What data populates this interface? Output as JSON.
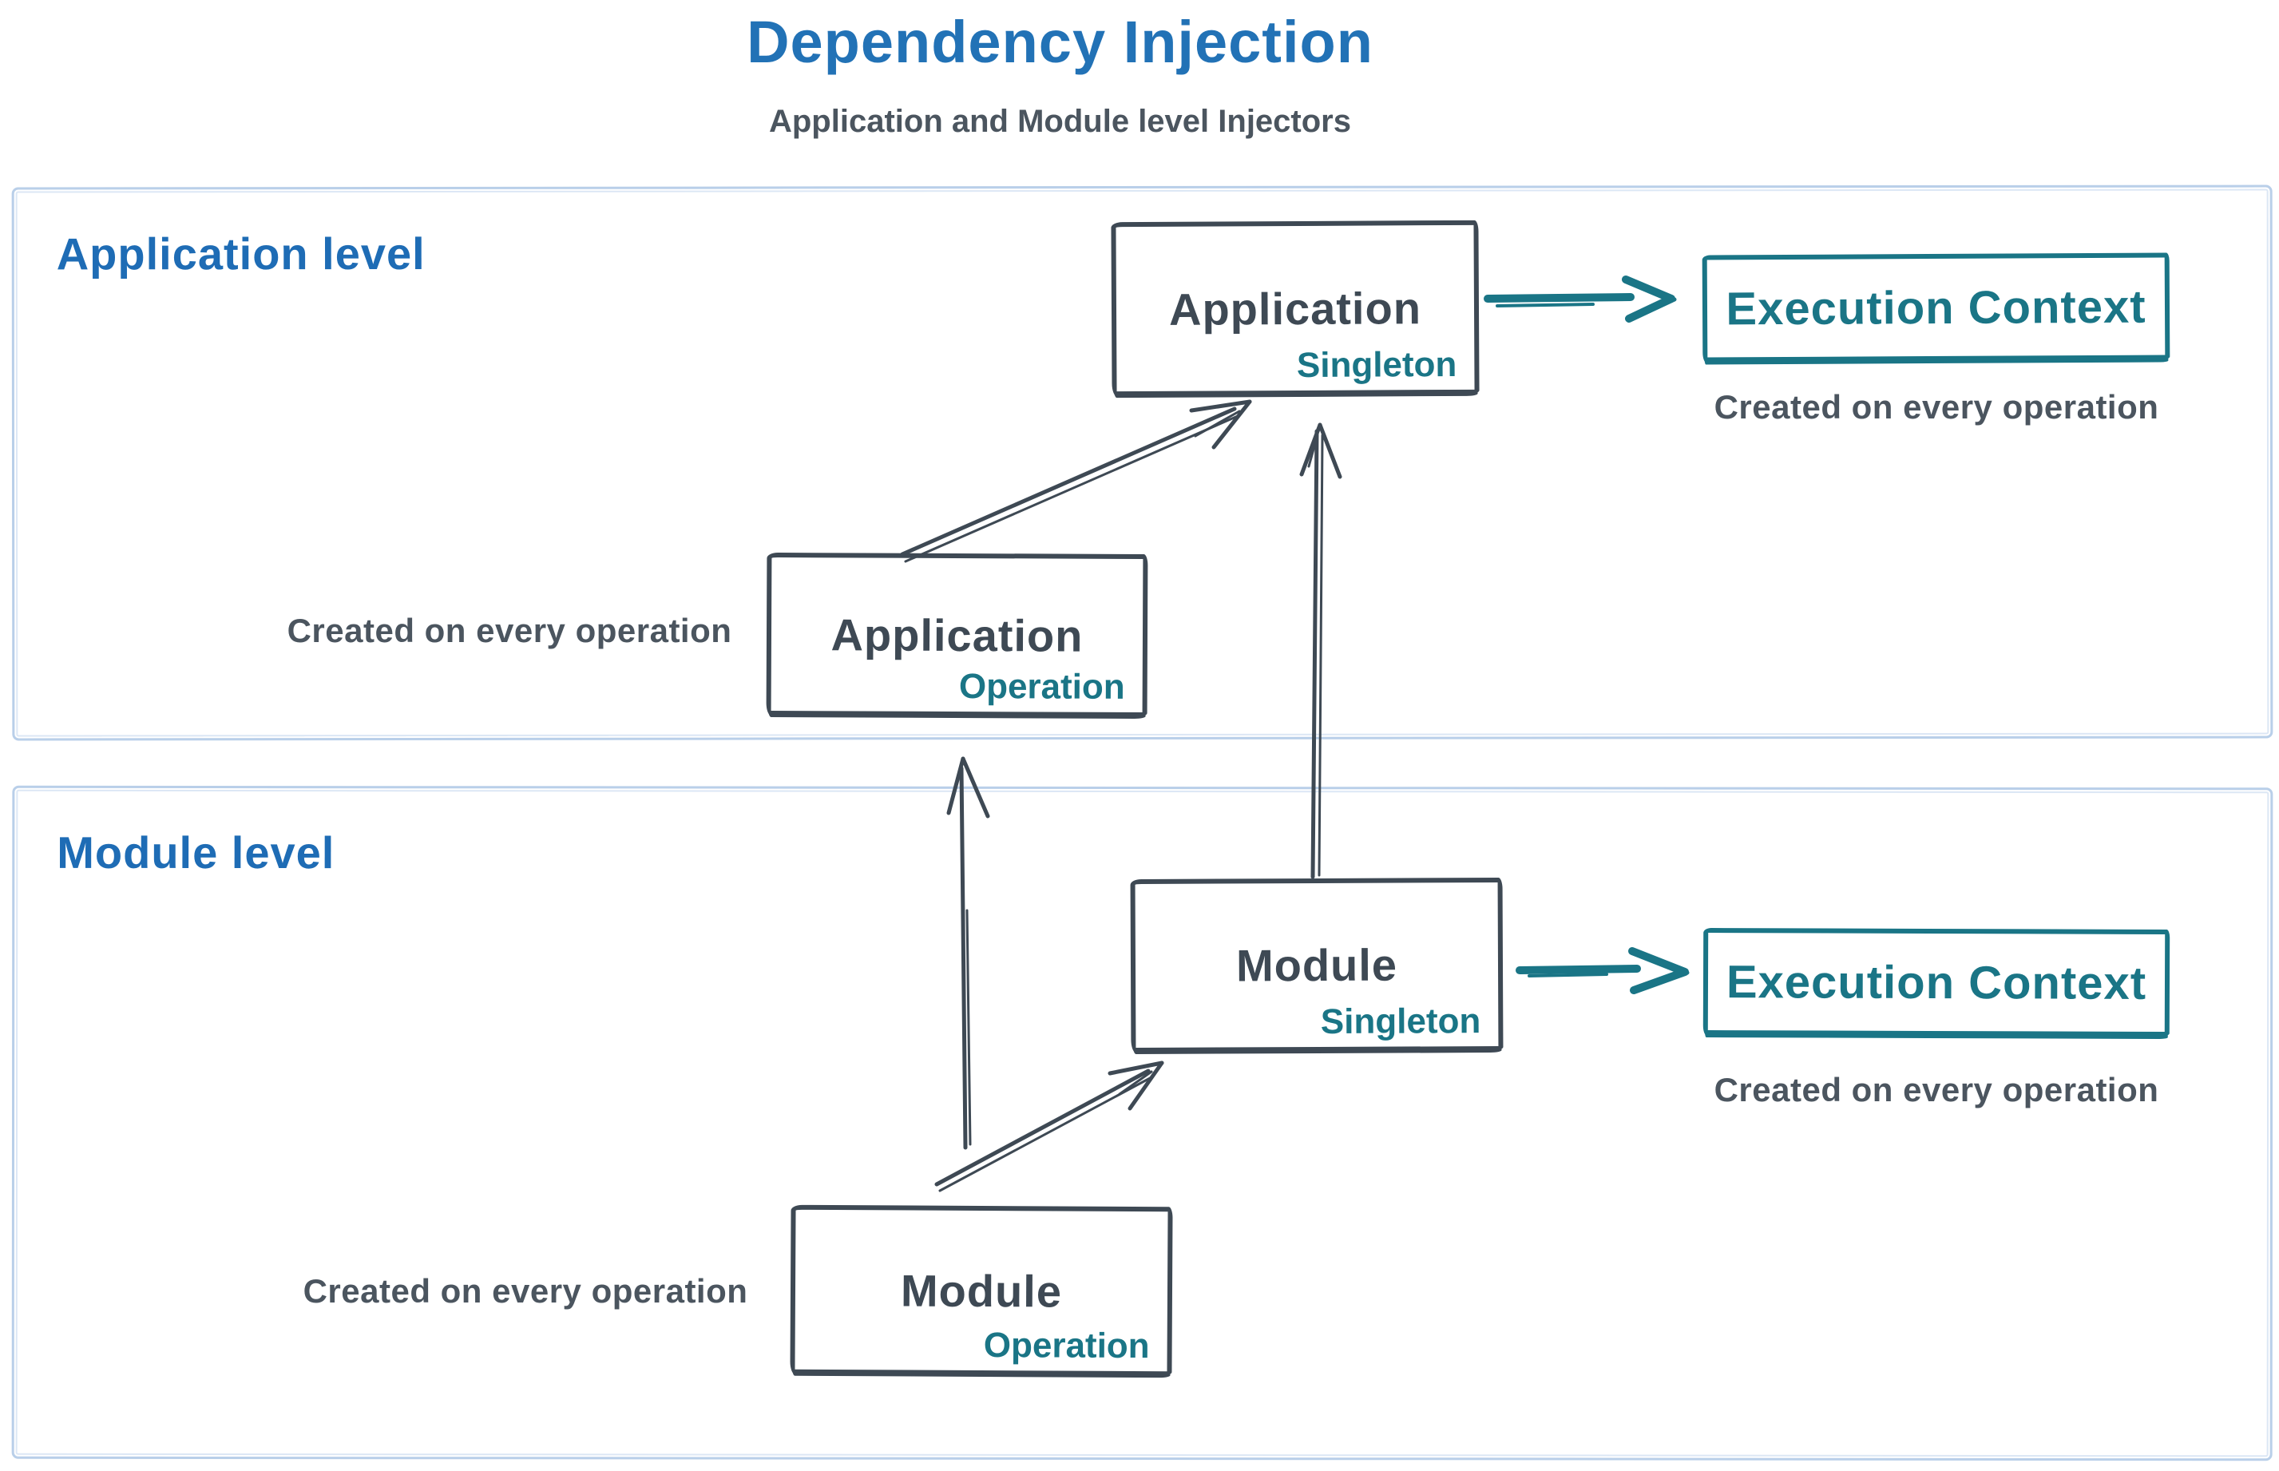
{
  "page": {
    "title": "Dependency Injection",
    "subtitle": "Application and Module level Injectors"
  },
  "colors": {
    "title_blue": "#2272b6",
    "label_blue": "#1e6cb5",
    "dark": "#3e4954",
    "gray": "#4b555f",
    "teal": "#1a7586",
    "lane_border": "#b9cfe9"
  },
  "sections": [
    {
      "id": "application",
      "label": "Application level"
    },
    {
      "id": "module",
      "label": "Module level"
    }
  ],
  "boxes": {
    "app_singleton": {
      "title": "Application",
      "tag": "Singleton"
    },
    "app_operation": {
      "title": "Application",
      "tag": "Operation"
    },
    "module_singleton": {
      "title": "Module",
      "tag": "Singleton"
    },
    "module_operation": {
      "title": "Module",
      "tag": "Operation"
    },
    "ec_app": {
      "title": "Execution Context"
    },
    "ec_module": {
      "title": "Execution Context"
    }
  },
  "captions": {
    "app_operation": "Created on every operation",
    "ec_app": "Created on every operation",
    "ec_module": "Created on every operation",
    "module_operation": "Created on every operation"
  },
  "arrows": [
    {
      "name": "arrow-app-singleton-to-execution-context",
      "color": "#1a7586"
    },
    {
      "name": "arrow-module-singleton-to-execution-context",
      "color": "#1a7586"
    },
    {
      "name": "arrow-app-operation-to-app-singleton",
      "color": "#3e4954"
    },
    {
      "name": "arrow-module-singleton-to-app-singleton",
      "color": "#3e4954"
    },
    {
      "name": "arrow-module-operation-to-module-singleton",
      "color": "#3e4954"
    },
    {
      "name": "arrow-module-operation-to-app-operation",
      "color": "#3e4954"
    }
  ]
}
